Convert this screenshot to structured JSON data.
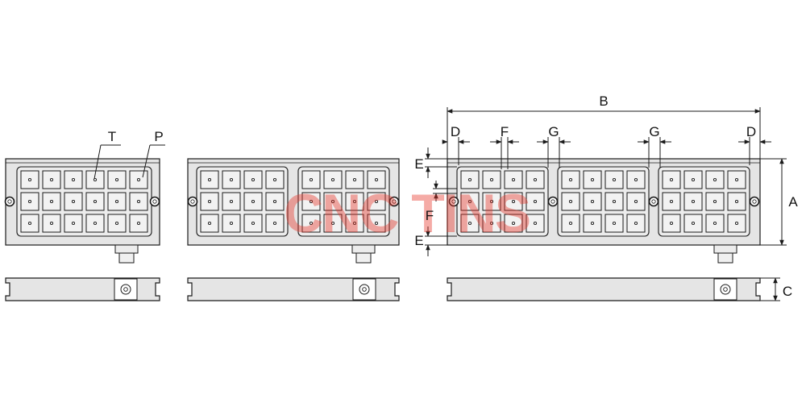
{
  "labels": {
    "T": "T",
    "P": "P",
    "A": "A",
    "B": "B",
    "C": "C",
    "D": "D",
    "E": "E",
    "F": "F",
    "G": "G"
  },
  "watermark": {
    "text": "CNC TINS",
    "color": "#e8362c"
  },
  "colors": {
    "plate_fill": "#e5e5e5",
    "stroke": "#1a1a1a",
    "cell_fill": "#f2f2f2"
  }
}
